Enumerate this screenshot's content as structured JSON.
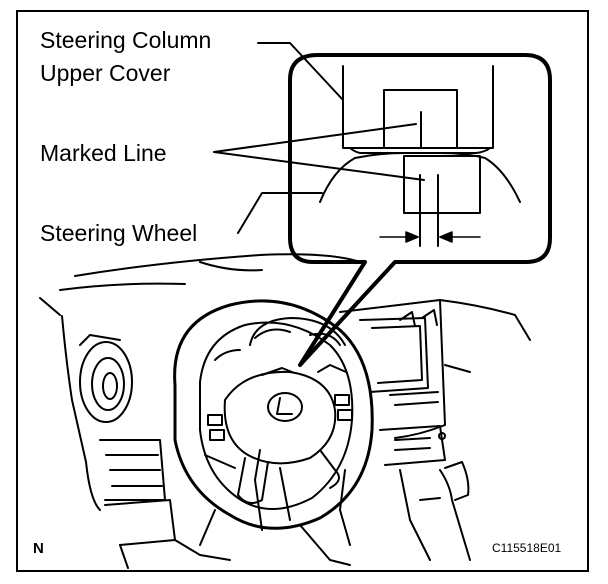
{
  "labels": {
    "steering_column_line1": "Steering Column",
    "steering_column_line2": "Upper Cover",
    "marked_line": "Marked Line",
    "steering_wheel": "Steering Wheel",
    "orientation": "N",
    "figure_code": "C115518E01"
  }
}
